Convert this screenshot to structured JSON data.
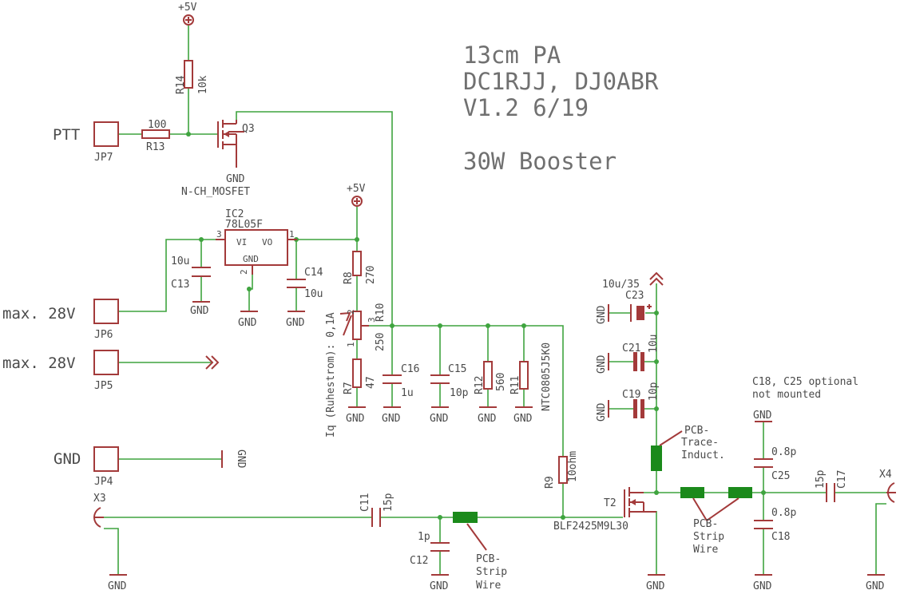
{
  "title": {
    "line1": "13cm PA",
    "line2": "DC1RJJ, DJ0ABR",
    "line3": "V1.2 6/19",
    "line4": "30W Booster"
  },
  "supply": {
    "plus5v": "+5V",
    "gnd": "GND",
    "plus5v_label": "+5V"
  },
  "ptt": {
    "label": "PTT",
    "jp7": "JP7",
    "r13_value": "100",
    "r13_name": "R13",
    "r14_name": "R14",
    "r14_value": "10k",
    "q3_name": "Q3",
    "q3_type": "N-CH_MOSFET"
  },
  "regulator": {
    "ic2_name": "IC2",
    "ic2_type": "78L05F",
    "pin_vi": "VI",
    "pin_vo": "VO",
    "pin_gnd": "GND",
    "pin3": "3",
    "pin1": "1",
    "pin2": "2",
    "c13_value": "10u",
    "c13_name": "C13",
    "c14_name": "C14",
    "c14_value": "10u"
  },
  "bias": {
    "r8_name": "R8",
    "r8_value": "270",
    "r10_name": "R10",
    "r10_value": "250",
    "r10_pin1": "1",
    "r10_pin2": "2",
    "r10_pin3": "3",
    "iq_label": "Iq (Ruhestrom): 0,1A",
    "r7_name": "R7",
    "r7_value": "47",
    "c16_name": "C16",
    "c16_value": "1u",
    "c15_name": "C15",
    "c15_value": "10p",
    "r12_name": "R12",
    "r12_value": "560",
    "r11_name": "R11",
    "r11_value": "NTC0805J5K0",
    "r9_name": "R9",
    "r9_value": "10ohm"
  },
  "connectors": {
    "jp6_label": "max. 28V",
    "jp6": "JP6",
    "jp5_label": "max. 28V",
    "jp5": "JP5",
    "jp4_label": "GND",
    "jp4": "JP4",
    "x3": "X3",
    "x4": "X4"
  },
  "input_path": {
    "c11_name": "C11",
    "c11_value": "15p",
    "c12_value": "1p",
    "c12_name": "C12",
    "strip_label": [
      "PCB-",
      "Strip",
      "Wire"
    ]
  },
  "output": {
    "c23_value": "10u/35",
    "c23_name": "C23",
    "c21_name": "C21",
    "c21_value": "10u",
    "c19_name": "C19",
    "c19_value": "10p",
    "trace_label": [
      "PCB-",
      "Trace-",
      "Induct."
    ],
    "t2_name": "T2",
    "t2_type": "BLF2425M9L30",
    "strip_label": [
      "PCB-",
      "Strip",
      "Wire"
    ],
    "note": [
      "C18, C25 optional",
      "not mounted"
    ],
    "c25_value": "0.8p",
    "c25_name": "C25",
    "c18_value": "0.8p",
    "c18_name": "C18",
    "c17_value": "15p",
    "c17_name": "C17"
  },
  "colors": {
    "wire": "#3fa43f",
    "part": "#a33a3a",
    "text": "#4a4a4a",
    "title": "#707070"
  }
}
